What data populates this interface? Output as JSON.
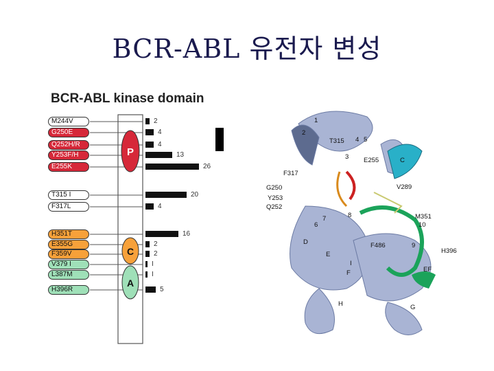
{
  "title": "BCR-ABL 유전자 변성",
  "left_panel": {
    "title": "BCR-ABL kinase domain",
    "domains": [
      {
        "key": "P",
        "color": "#d62839"
      },
      {
        "key": "C",
        "color": "#f7a13a"
      },
      {
        "key": "A",
        "color": "#9fe0b8"
      }
    ],
    "mutations": [
      {
        "label": "M244V",
        "style": "white",
        "count": "2",
        "value": 2
      },
      {
        "label": "G250E",
        "style": "red",
        "count": "4",
        "value": 4
      },
      {
        "label": "Q252H/R",
        "style": "red",
        "count": "4",
        "value": 4
      },
      {
        "label": "Y253F/H",
        "style": "red",
        "count": "13",
        "value": 13
      },
      {
        "label": "E255K",
        "style": "red",
        "count": "26",
        "value": 26
      },
      {
        "label": "T315 I",
        "style": "white",
        "count": "20",
        "value": 20
      },
      {
        "label": "F317L",
        "style": "white",
        "count": "4",
        "value": 4
      },
      {
        "label": "H351T",
        "style": "orange",
        "count": "16",
        "value": 16
      },
      {
        "label": "E355G",
        "style": "orange",
        "count": "2",
        "value": 2
      },
      {
        "label": "F359V",
        "style": "orange",
        "count": "2",
        "value": 2
      },
      {
        "label": "V379 I",
        "style": "green",
        "count": "I",
        "value": 1
      },
      {
        "label": "L387M",
        "style": "green",
        "count": "I",
        "value": 1
      },
      {
        "label": "H396R",
        "style": "green",
        "count": "5",
        "value": 5
      }
    ]
  },
  "structure_labels": {
    "l1": "1",
    "l2": "2",
    "l3": "3",
    "l4": "4",
    "l5": "5",
    "l6": "6",
    "l7": "7",
    "l8": "8",
    "l9": "9",
    "t315": "T315",
    "e255": "E255",
    "cA": "C",
    "f317": "F317",
    "g250": "G250",
    "y253": "Y253",
    "q252": "Q252",
    "v289": "V289",
    "m351": "M351",
    "m351n": "10",
    "d": "D",
    "e": "E",
    "f486": "F486",
    "h396": "H396",
    "i": "I",
    "f": "F",
    "ef": "EF",
    "h": "H",
    "g": "G"
  }
}
